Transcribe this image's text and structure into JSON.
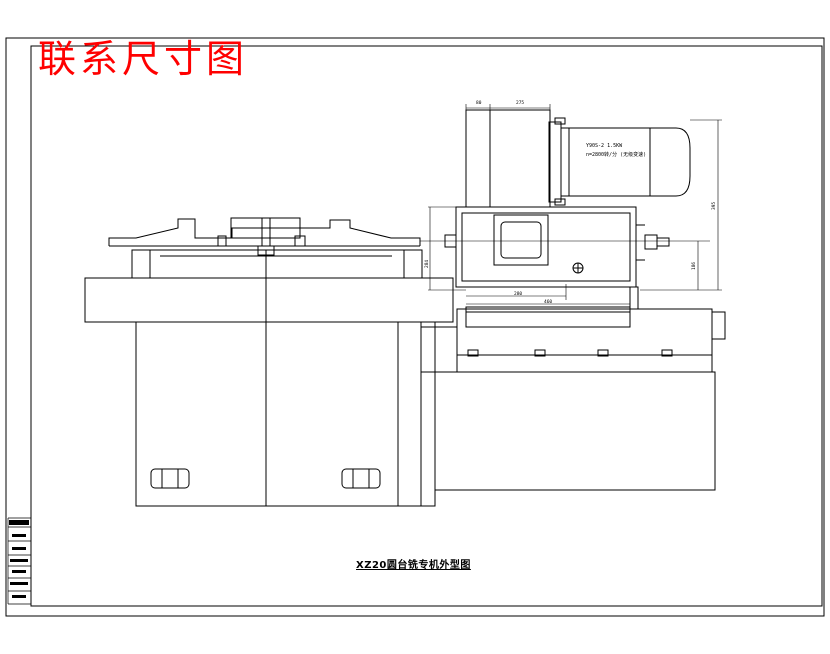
{
  "heading": "联系尺寸图",
  "caption": "XZ20圆台铣专机外型图",
  "motor": {
    "model": "Y90S-2 1.5KW",
    "speed": "n=2800转/分 (无级变速)"
  },
  "dimensions": {
    "top_left": "80",
    "top_right": "275",
    "right_height": "395",
    "left_height": "284",
    "right_small": "186",
    "bottom_inner": "280",
    "bottom_outer": "460"
  },
  "colors": {
    "line": "#000000",
    "heading": "#ff0000"
  }
}
